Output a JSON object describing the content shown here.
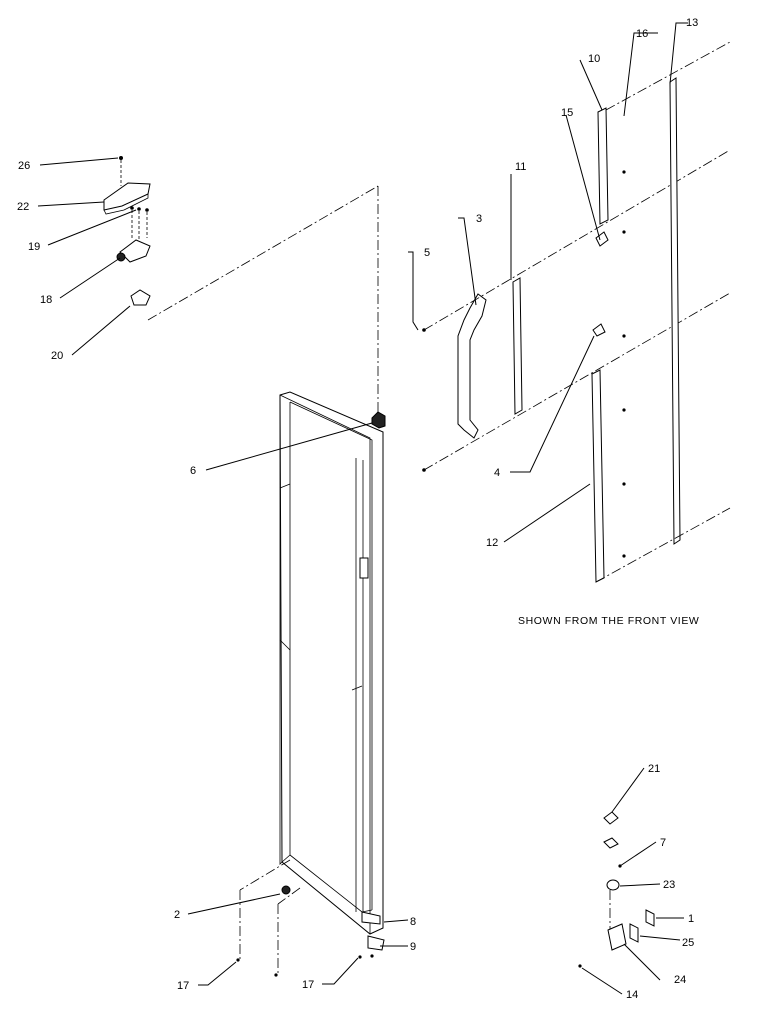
{
  "caption": "SHOWN FROM THE FRONT VIEW",
  "callouts": [
    {
      "id": "26",
      "text": "26"
    },
    {
      "id": "22",
      "text": "22"
    },
    {
      "id": "19",
      "text": "19"
    },
    {
      "id": "18",
      "text": "18"
    },
    {
      "id": "20",
      "text": "20"
    },
    {
      "id": "6",
      "text": "6"
    },
    {
      "id": "5",
      "text": "5"
    },
    {
      "id": "3",
      "text": "3"
    },
    {
      "id": "11",
      "text": "11"
    },
    {
      "id": "15",
      "text": "15"
    },
    {
      "id": "10",
      "text": "10"
    },
    {
      "id": "16",
      "text": "16"
    },
    {
      "id": "13",
      "text": "13"
    },
    {
      "id": "4",
      "text": "4"
    },
    {
      "id": "12",
      "text": "12"
    },
    {
      "id": "2",
      "text": "2"
    },
    {
      "id": "17a",
      "text": "17"
    },
    {
      "id": "17b",
      "text": "17"
    },
    {
      "id": "8",
      "text": "8"
    },
    {
      "id": "9",
      "text": "9"
    },
    {
      "id": "21",
      "text": "21"
    },
    {
      "id": "7",
      "text": "7"
    },
    {
      "id": "23",
      "text": "23"
    },
    {
      "id": "1",
      "text": "1"
    },
    {
      "id": "25",
      "text": "25"
    },
    {
      "id": "24",
      "text": "24"
    },
    {
      "id": "14",
      "text": "14"
    }
  ]
}
